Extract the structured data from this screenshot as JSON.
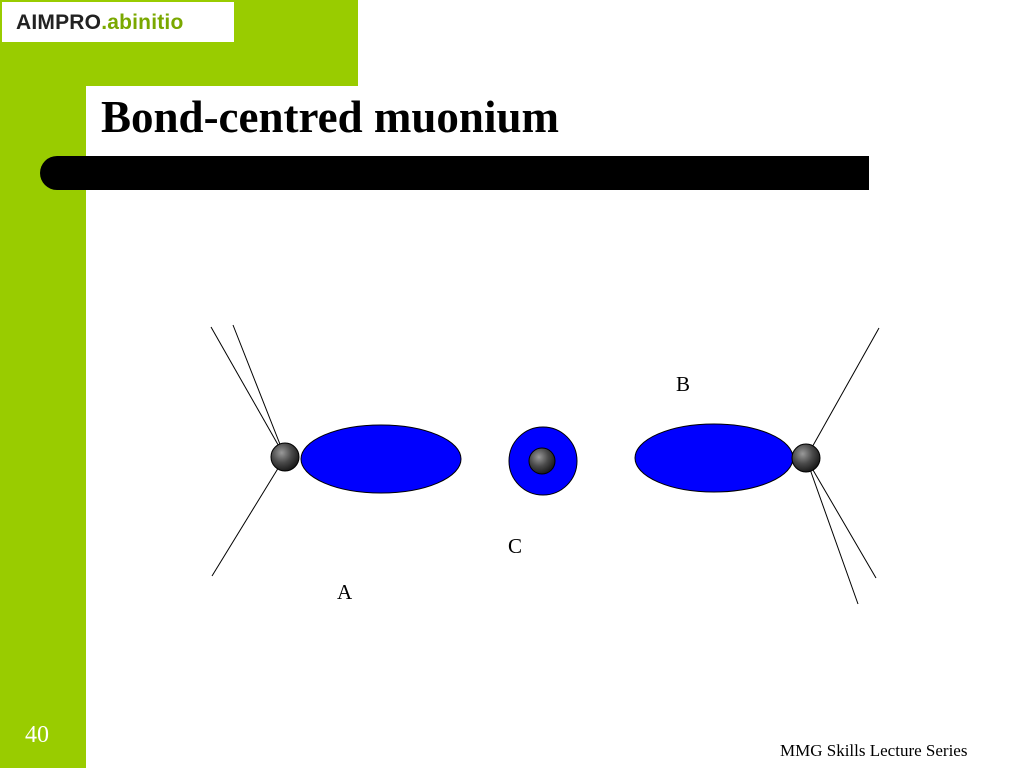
{
  "logo": {
    "part1": "AIMPRO",
    "part2": ".abinitio"
  },
  "slide": {
    "title": "Bond-centred muonium",
    "number": "40",
    "footer": "MMG Skills Lecture Series"
  },
  "colors": {
    "accent_green": "#99cc00",
    "orbital_blue": "#0000ff",
    "atom_gray": "#555555"
  },
  "diagram": {
    "labels": {
      "a": "A",
      "b": "B",
      "c": "C"
    }
  }
}
